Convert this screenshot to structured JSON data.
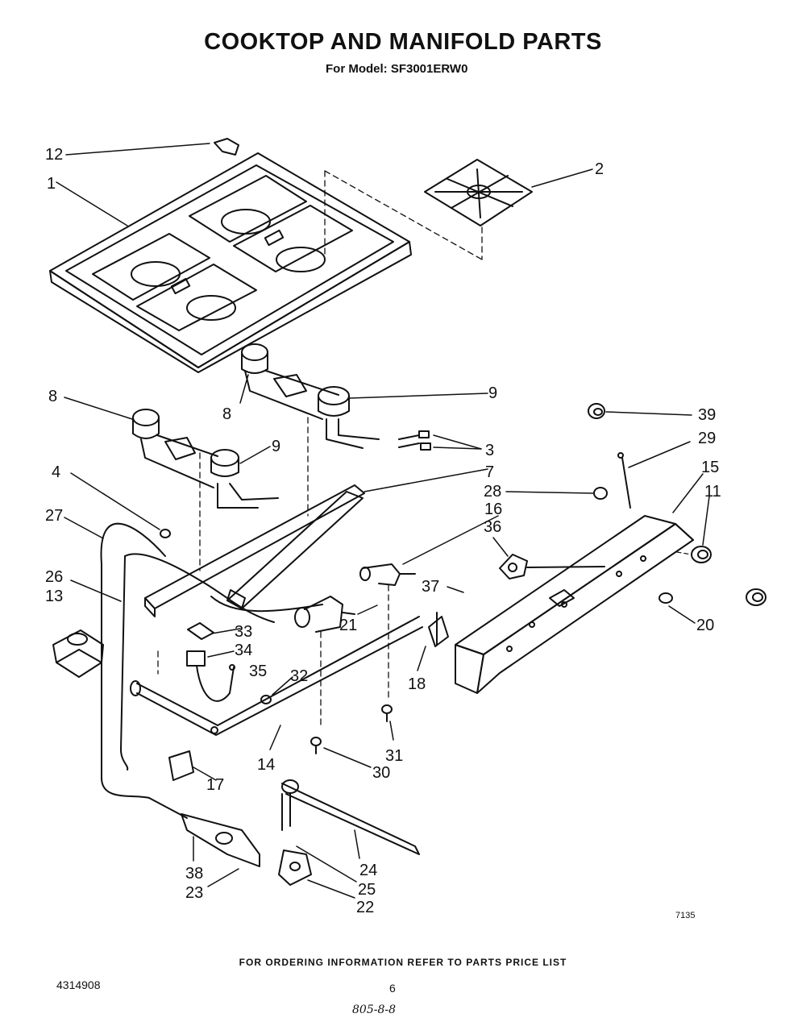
{
  "header": {
    "title": "COOKTOP AND MANIFOLD PARTS",
    "subtitle": "For Model: SF3001ERW0"
  },
  "diagram": {
    "labels": [
      "1",
      "2",
      "3",
      "4",
      "7",
      "8",
      "8",
      "9",
      "9",
      "11",
      "12",
      "13",
      "14",
      "15",
      "16",
      "17",
      "18",
      "20",
      "21",
      "22",
      "23",
      "24",
      "25",
      "26",
      "27",
      "28",
      "29",
      "30",
      "31",
      "32",
      "33",
      "34",
      "35",
      "36",
      "37",
      "38",
      "39"
    ],
    "drawing_code": "7135"
  },
  "footer": {
    "ordering_info": "FOR ORDERING INFORMATION REFER TO PARTS PRICE LIST",
    "part_number": "4314908",
    "page_number": "6",
    "handwritten_note": "805-8-8"
  }
}
